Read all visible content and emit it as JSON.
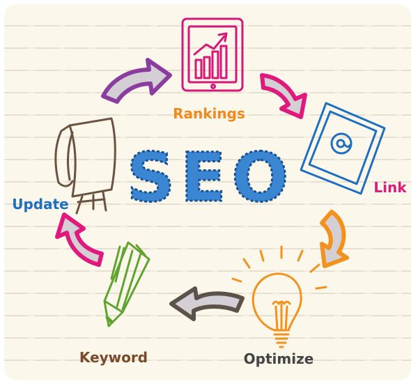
{
  "center": {
    "title": "SEO"
  },
  "stages": {
    "rankings": "Rankings",
    "link": "Link",
    "optimize": "Optimize",
    "keyword": "Keyword",
    "update": "Update"
  },
  "icons": {
    "rankings": "rising-bar-chart-tablet-icon",
    "link": "at-sign-document-icon",
    "optimize": "light-bulb-icon",
    "keyword": "pencil-icon",
    "update": "flip-chart-easel-icon"
  },
  "colors": {
    "seo": "#2f78c8",
    "rankings": "#f08a1c",
    "link": "#e0197d",
    "optimize": "#444444",
    "keyword": "#7a4a2a",
    "update": "#1f6fc0",
    "arrow_purple": "#8b3d9e",
    "arrow_magenta": "#e0197d",
    "arrow_orange": "#f2921d",
    "arrow_gray": "#5b524a"
  }
}
